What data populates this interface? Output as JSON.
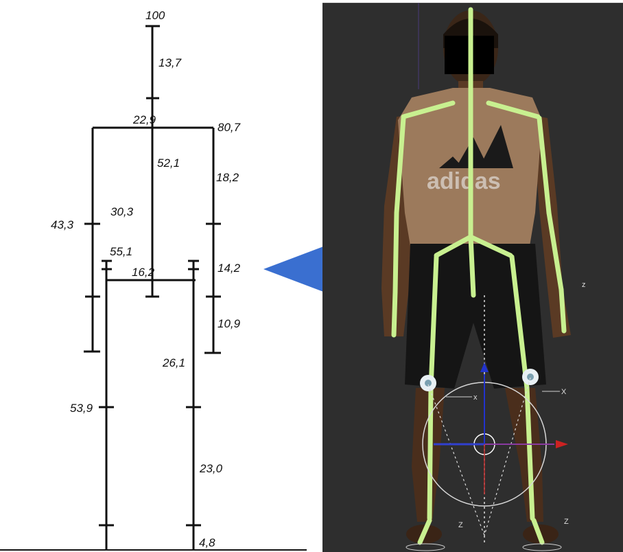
{
  "left_diagram": {
    "labels": {
      "top": "100",
      "head": "13,7",
      "neck": "22,9",
      "shoulder_r": "80,7",
      "trunk_upper": "52,1",
      "upper_arm": "18,2",
      "trunk_mid": "30,3",
      "arm_l": "43,3",
      "hip_height": "55,1",
      "pelvis": "16,2",
      "elbow": "14,2",
      "forearm": "10,9",
      "thigh": "26,1",
      "knee_l": "53,9",
      "shank": "23,0",
      "foot": "4,8"
    }
  },
  "right_panel": {
    "shirt_text": "adidas",
    "background": "#2e2e2e",
    "bone_color": "#c8f090",
    "gizmo": {
      "up_color": "#2233cc",
      "right_color": "#cc2222",
      "axis_labels": [
        "x",
        "X",
        "Z",
        "z"
      ]
    }
  },
  "arrow": {
    "color": "#3a6fd0"
  }
}
